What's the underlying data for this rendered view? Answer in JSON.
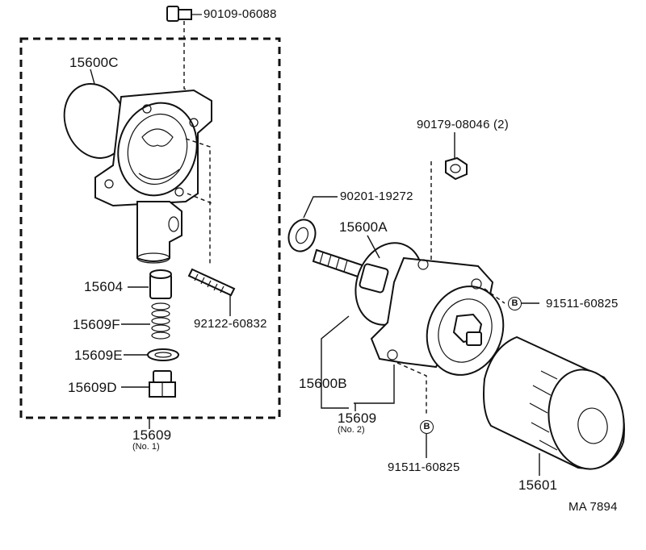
{
  "labels": {
    "bolt_top": "90109-06088",
    "housing_cover": "15600C",
    "valve": "15604",
    "spring": "15609F",
    "gasket_small": "15609E",
    "plug": "15609D",
    "stud": "92122-60832",
    "kit_no1": "15609",
    "kit_no1_sub": "(No. 1)",
    "nut_top": "90179-08046 (2)",
    "washer": "90201-19272",
    "bracket_a": "15600A",
    "bracket_b": "15600B",
    "kit_no2": "15609",
    "kit_no2_sub": "(No. 2)",
    "bolt_b_right": "91511-60825",
    "bolt_b_bottom": "91511-60825",
    "filter": "15601",
    "ref_code": "MA  7894",
    "callout_b": "B"
  }
}
